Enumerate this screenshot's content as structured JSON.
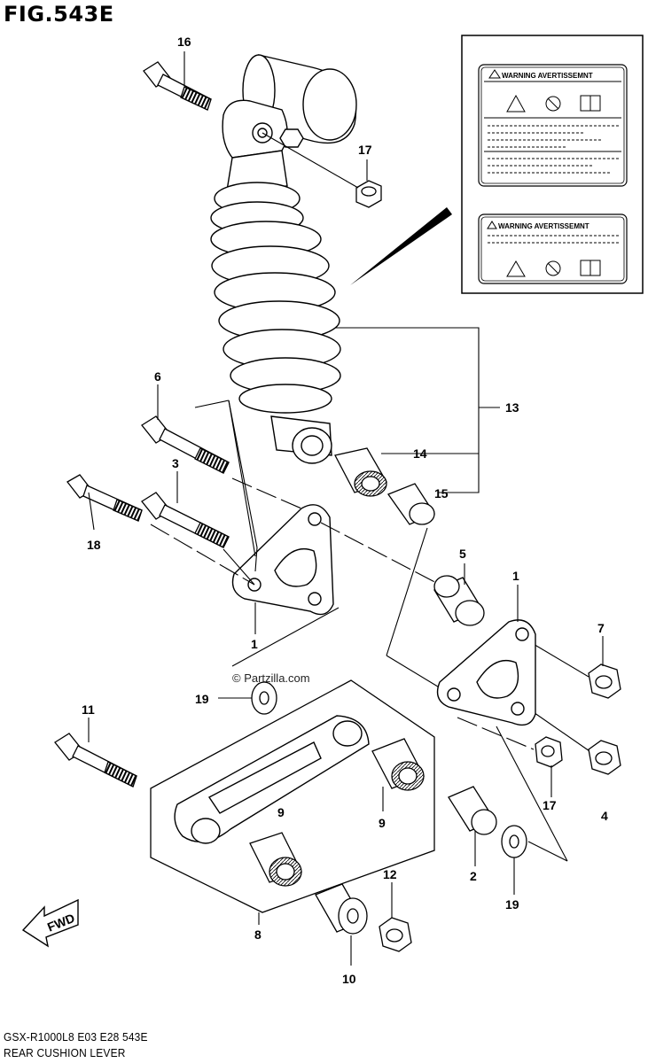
{
  "figure": {
    "title": "FIG.543E"
  },
  "watermark": "© Partzilla.com",
  "warning_labels": [
    {
      "heading": "WARNING AVERTISSEMNT"
    },
    {
      "heading": "WARNING AVERTISSEMNT"
    }
  ],
  "fwd_label": "FWD",
  "callouts": [
    "16",
    "17",
    "6",
    "3",
    "18",
    "13",
    "14",
    "15",
    "5",
    "1",
    "1",
    "7",
    "19",
    "11",
    "9",
    "9",
    "17",
    "4",
    "2",
    "19",
    "12",
    "8",
    "10"
  ],
  "footer": {
    "model_line": "GSX-R1000L8  E03  E28  543E",
    "section_name": "REAR CUSHION LEVER"
  }
}
